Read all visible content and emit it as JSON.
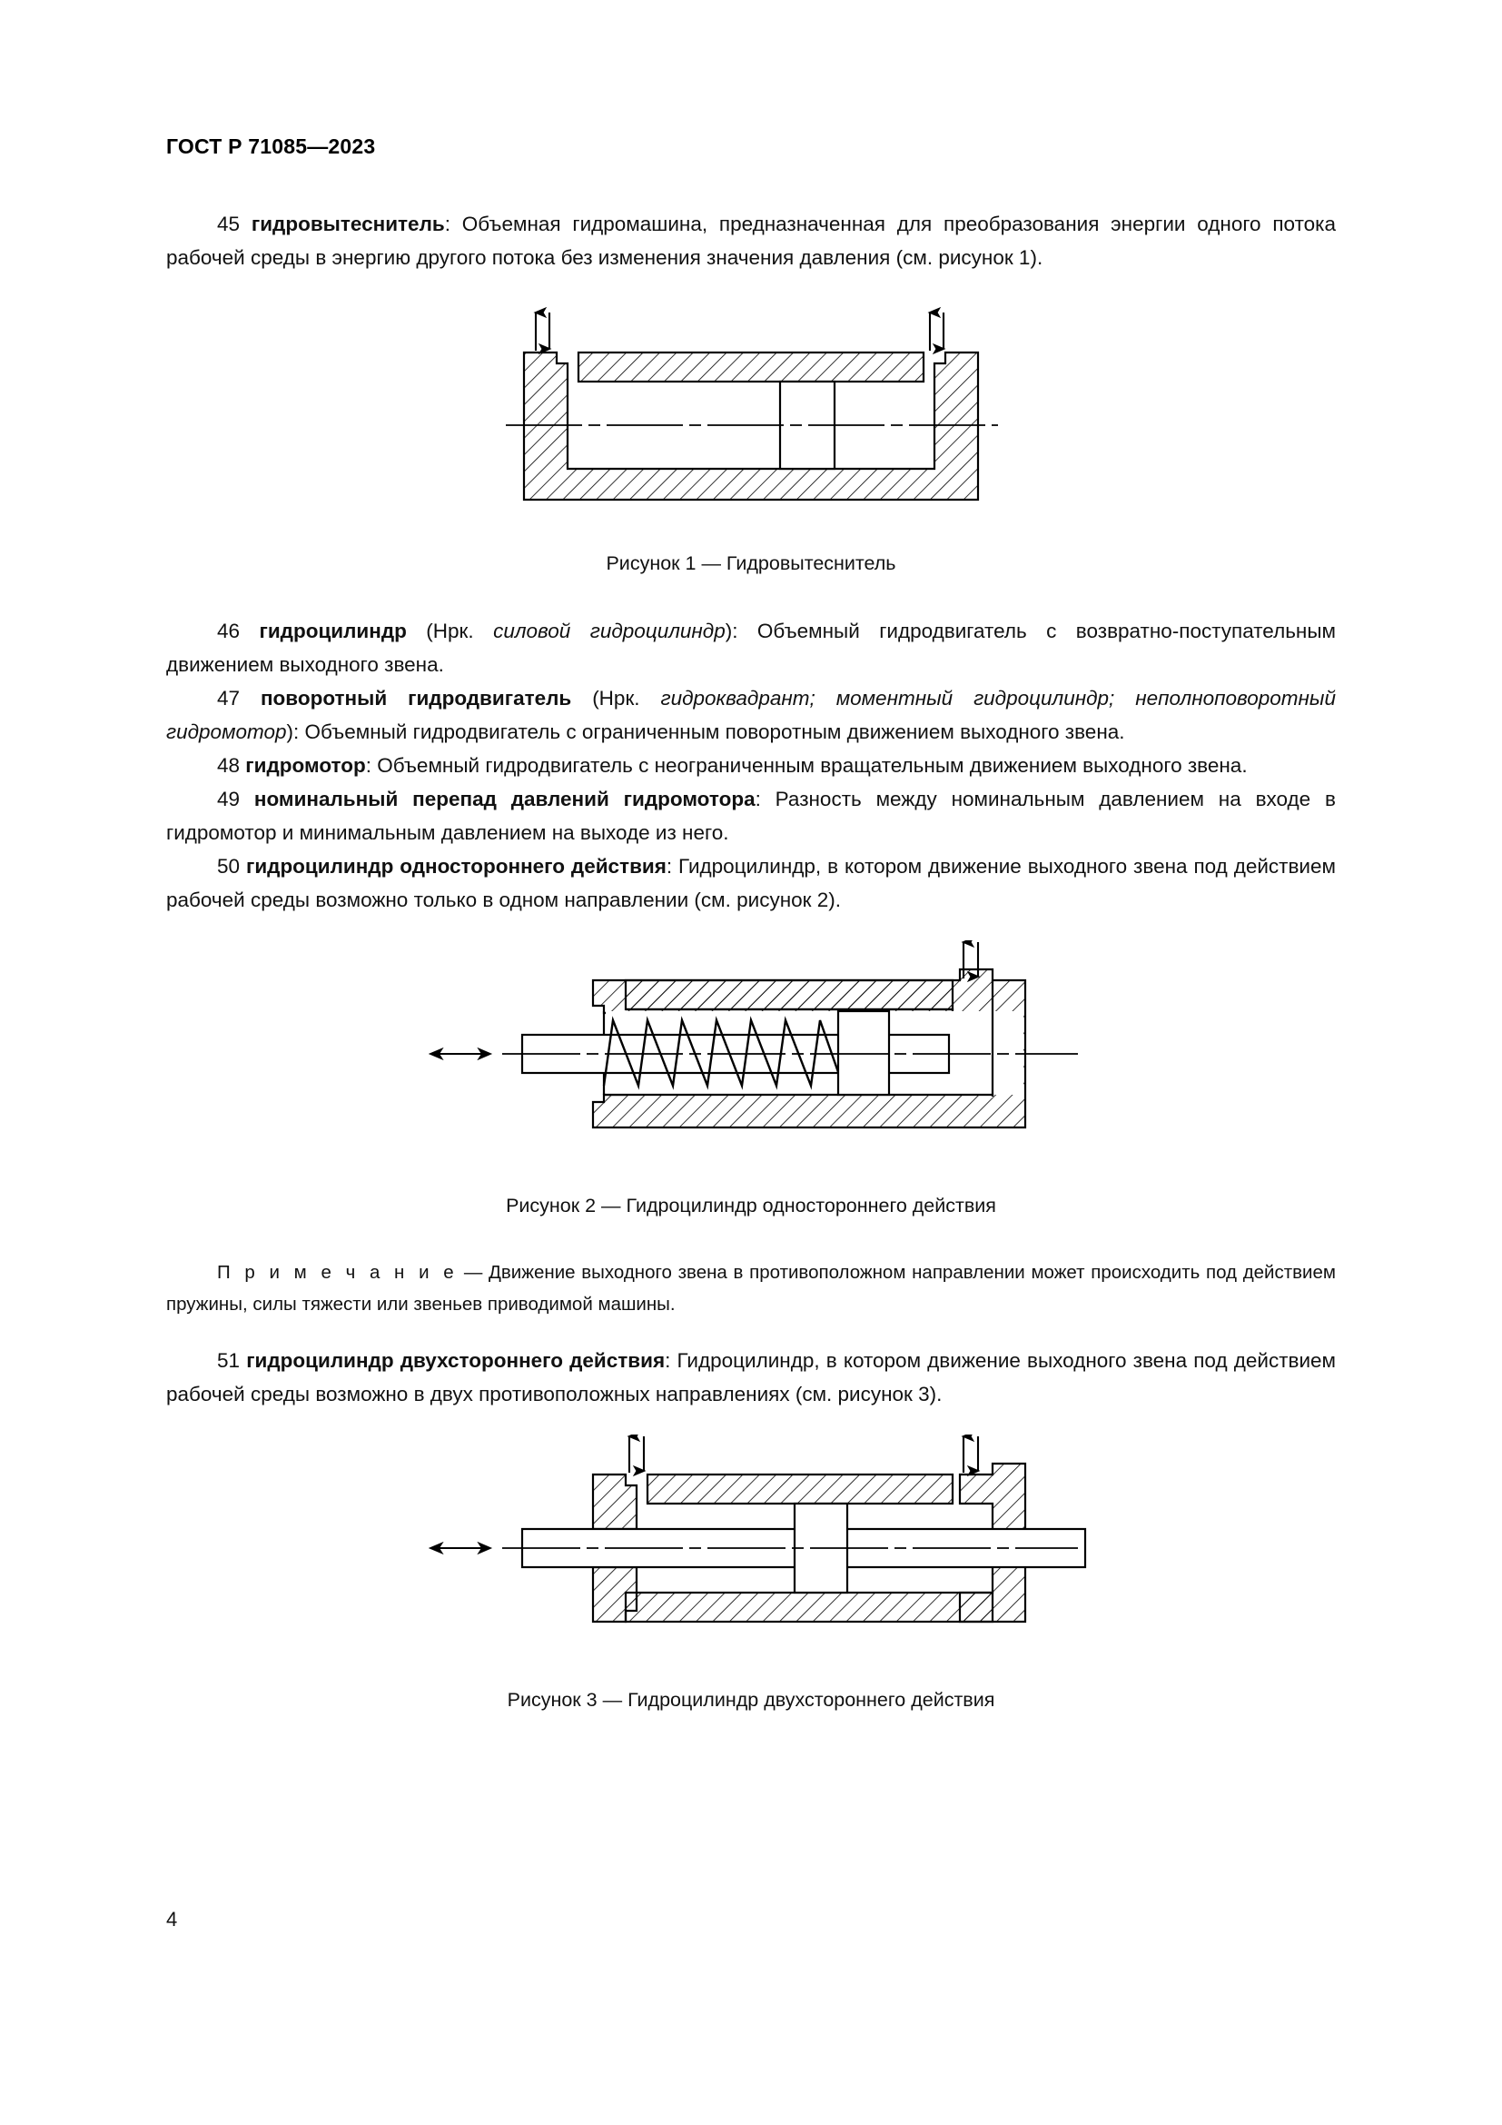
{
  "document": {
    "header": "ГОСТ Р 71085—2023",
    "page_number": "4"
  },
  "entries": [
    {
      "number": "45",
      "term": "гидровытеснитель",
      "definition": ": Объемная гидромашина, предназначенная для преобразования энергии одного потока рабочей среды в энергию другого потока без изменения значения давления (см. рисунок 1)."
    },
    {
      "number": "46",
      "term": "гидроцилиндр",
      "alt_prefix": " (Нрк. ",
      "alt": "силовой гидроцилиндр",
      "definition": "): Объемный гидродвигатель с возвратно-поступательным движением выходного звена."
    },
    {
      "number": "47",
      "term": "поворотный гидродвигатель",
      "alt_prefix": " (Нрк. ",
      "alt": "гидроквадрант; моментный гидроцилиндр; неполноповоротный гидромотор",
      "definition": "): Объемный гидродвигатель с ограниченным поворотным движением выходного звена."
    },
    {
      "number": "48",
      "term": "гидромотор",
      "definition": ": Объемный гидродвигатель с неограниченным вращательным движением выходного звена."
    },
    {
      "number": "49",
      "term": "номинальный перепад давлений гидромотора",
      "definition": ": Разность между номинальным давлением на входе в гидромотор и минимальным давлением на выходе из него."
    },
    {
      "number": "50",
      "term": "гидроцилиндр одностороннего действия",
      "definition": ": Гидроцилиндр, в котором движение выходного звена под действием рабочей среды возможно только в одном направлении (см. рисунок 2)."
    },
    {
      "number": "51",
      "term": "гидроцилиндр двухстороннего действия",
      "definition": ": Гидроцилиндр, в котором движение выходного звена под действием рабочей среды возможно в двух противоположных направлениях (см. рисунок 3)."
    }
  ],
  "note": {
    "label": "П р и м е ч а н и е",
    "dash": " — ",
    "text": "Движение выходного звена в противоположном направлении может происходить под действием пружины, силы тяжести или звеньев приводимой машины."
  },
  "figures": [
    {
      "id": "figure-1",
      "caption": "Рисунок 1 — Гидровытеснитель",
      "description": "Схема гидровытеснителя: корпус в разрезе со штриховкой, вытеснитель и два двунаправленных вертикальных потока"
    },
    {
      "id": "figure-2",
      "caption": "Рисунок 2 — Гидроцилиндр одностороннего действия",
      "description": "Схема гидроцилиндра одностороннего действия: шток с двунаправленной стрелкой, пружина, поршень и один подвод"
    },
    {
      "id": "figure-3",
      "caption": "Рисунок 3 — Гидроцилиндр двухстороннего действия",
      "description": "Схема гидроцилиндра двухстороннего действия: сквозной шток с двунаправленной стрелкой, поршень и два подвода"
    }
  ],
  "colors": {
    "ink": "#111111",
    "line": "#000000",
    "paper": "#ffffff"
  }
}
